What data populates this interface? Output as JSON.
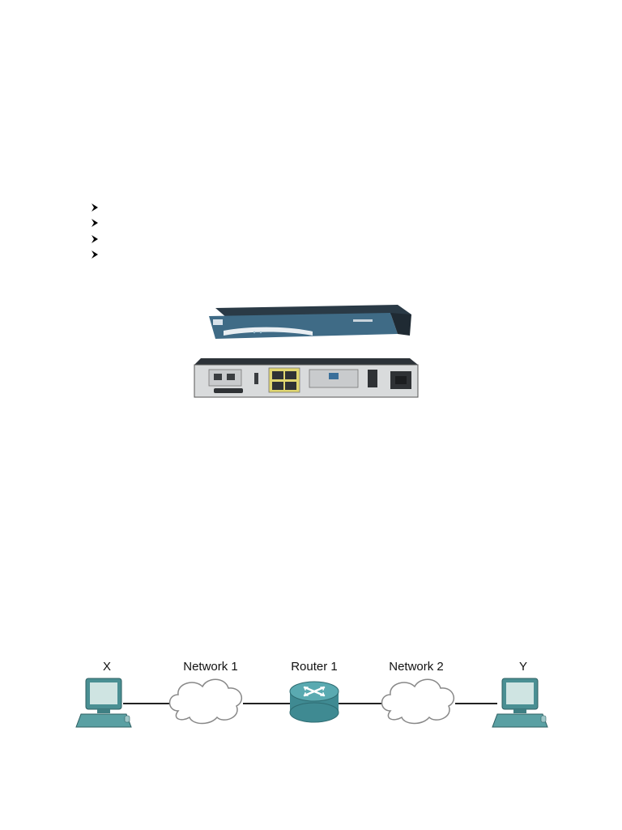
{
  "bullets": [
    {
      "icon": "arrow-bullet-icon"
    },
    {
      "icon": "arrow-bullet-icon"
    },
    {
      "icon": "arrow-bullet-icon"
    },
    {
      "icon": "arrow-bullet-icon"
    }
  ],
  "router_photo": {
    "icon": "router-device-photo",
    "colors": {
      "front_panel": "#3f6b86",
      "chassis": "#2c3238",
      "rear_panel": "#d9dbdc"
    }
  },
  "diagram": {
    "labels": {
      "host_x": "X",
      "network_1": "Network 1",
      "router_1": "Router 1",
      "network_2": "Network 2",
      "host_y": "Y"
    },
    "colors": {
      "computer": "#4a8f93",
      "router": "#3f8a92",
      "cloud": "#ffffff",
      "link": "#222222"
    }
  }
}
